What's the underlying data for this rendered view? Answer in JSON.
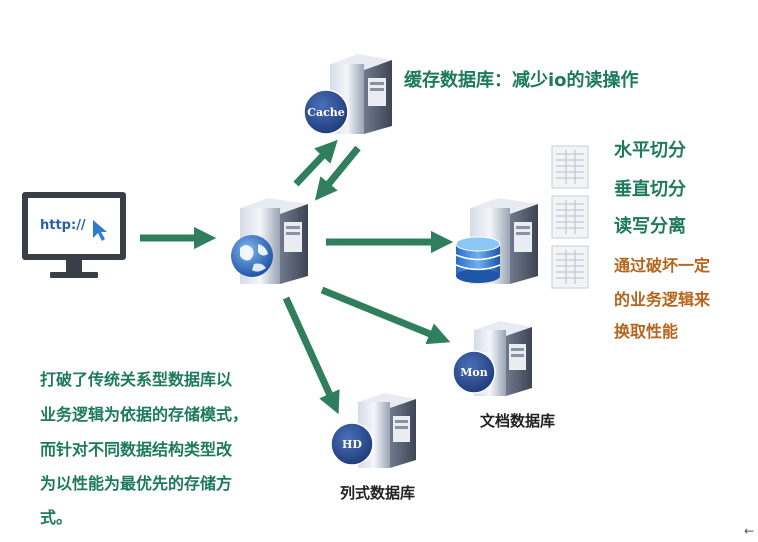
{
  "client": {
    "url_text": "http://"
  },
  "cache": {
    "badge": "Cache",
    "caption": "缓存数据库：减少io的读操作"
  },
  "sharding": {
    "items": [
      "水平切分",
      "垂直切分",
      "读写分离"
    ],
    "note_lines": [
      "通过破坏一定",
      "的业务逻辑来",
      "换取性能"
    ]
  },
  "document_db": {
    "badge": "Mon",
    "caption": "文档数据库"
  },
  "column_db": {
    "badge": "HD",
    "caption": "列式数据库"
  },
  "summary_lines": [
    "打破了传统关系型数据库以",
    "业务逻辑为依据的存储模式，",
    "而针对不同数据结构类型改",
    "为以性能为最优先的存储方",
    "式。"
  ],
  "corner_glyph": "←",
  "colors": {
    "arrow": "#2f7f5f",
    "text_green": "#1e7a5c",
    "text_orange": "#b5651d",
    "badge": "#2a4c8c"
  }
}
